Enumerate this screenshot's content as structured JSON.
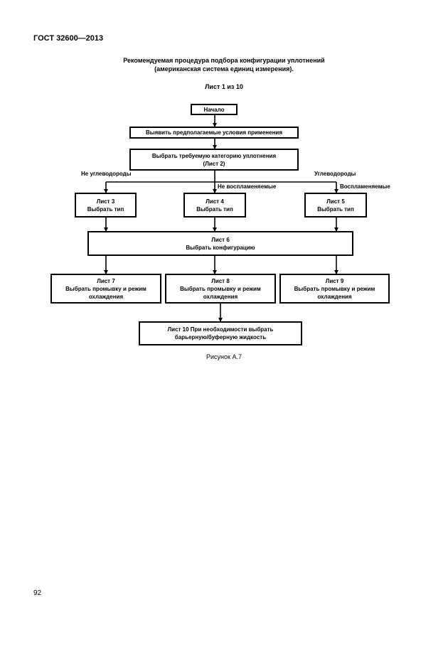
{
  "header": {
    "standard": "ГОСТ 32600—2013"
  },
  "title": {
    "line1": "Рекомендуемая процедура подбора конфигурации уплотнений",
    "line2": "(американская система единиц измерения).",
    "sheet": "Лист 1 из 10"
  },
  "flow": {
    "start": "Начало",
    "identify": "Выявить предполагаемые условия применения",
    "category_l1": "Выбрать требуемую категорию уплотнения",
    "category_l2": "(Лист 2)",
    "branch_left": "Не углеводороды",
    "branch_mid": "Не воспламеняемые",
    "branch_right": "Углеводороды",
    "branch_right2": "Воспламеняемые",
    "sheet3_l1": "Лист 3",
    "sheet3_l2": "Выбрать тип",
    "sheet4_l1": "Лист 4",
    "sheet4_l2": "Выбрать тип",
    "sheet5_l1": "Лист 5",
    "sheet5_l2": "Выбрать тип",
    "sheet6_l1": "Лист 6",
    "sheet6_l2": "Выбрать конфигурацию",
    "sheet7_l1": "Лист 7",
    "sheet7_l2": "Выбрать промывку и режим",
    "sheet7_l3": "охлаждения",
    "sheet8_l1": "Лист 8",
    "sheet8_l2": "Выбрать промывку и режим",
    "sheet8_l3": "охлаждения",
    "sheet9_l1": "Лист 9",
    "sheet9_l2": "Выбрать промывку и режим",
    "sheet9_l3": "охлаждения",
    "sheet10_l1": "Лист 10 При необходимости выбрать",
    "sheet10_l2": "барьерную/буферную жидкость"
  },
  "caption": "Рисунок А.7",
  "page_number": "92"
}
